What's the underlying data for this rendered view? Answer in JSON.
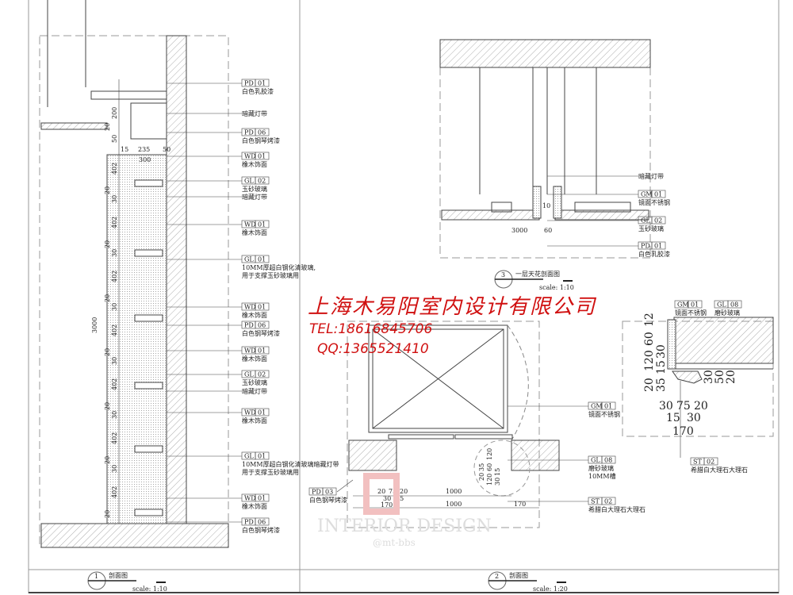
{
  "left_section": {
    "title_number": "1",
    "title": "剖面图",
    "scale": "scale: 1:10",
    "labels": [
      {
        "code": "PD",
        "num": "01",
        "text": "白色乳胶漆"
      },
      {
        "code": "",
        "num": "",
        "text": "暗藏灯带"
      },
      {
        "code": "PD",
        "num": "06",
        "text": "白色钢琴烤漆"
      },
      {
        "code": "WD",
        "num": "01",
        "text": "橡木饰面"
      },
      {
        "code": "GL",
        "num": "02",
        "text": "玉砂玻璃"
      },
      {
        "code": "",
        "num": "",
        "text": "暗藏灯带"
      },
      {
        "code": "WD",
        "num": "01",
        "text": "橡木饰面"
      },
      {
        "code": "GL",
        "num": "01",
        "text": "10MM厚超白钢化清玻璃,",
        "text2": "用于支撑玉砂玻璃用"
      },
      {
        "code": "WD",
        "num": "01",
        "text": "橡木饰面"
      },
      {
        "code": "PD",
        "num": "06",
        "text": "白色钢琴烤漆"
      },
      {
        "code": "WD",
        "num": "01",
        "text": "橡木饰面"
      },
      {
        "code": "GL",
        "num": "02",
        "text": "玉砂玻璃"
      },
      {
        "code": "",
        "num": "",
        "text": "暗藏灯带"
      },
      {
        "code": "WD",
        "num": "01",
        "text": "橡木饰面"
      },
      {
        "code": "GL",
        "num": "01",
        "text": "10MM厚超白钢化清玻璃暗藏灯带",
        "text2": "用于支撑玉砂玻璃用"
      },
      {
        "code": "WD",
        "num": "01",
        "text": "橡木饰面"
      },
      {
        "code": "PD",
        "num": "06",
        "text": "白色钢琴烤漆"
      }
    ],
    "dims_vertical": [
      "200",
      "20",
      "50",
      "402",
      "20",
      "30",
      "402",
      "20",
      "30",
      "402",
      "20",
      "30",
      "402",
      "20",
      "30",
      "402",
      "20",
      "30",
      "402",
      "20",
      "30",
      "402",
      "20"
    ],
    "dim_total": "3000",
    "dims_horizontal": [
      "15",
      "235",
      "50"
    ],
    "dim_width": "300"
  },
  "ceiling_section": {
    "title_number": "3",
    "title": "一层天花剖面图",
    "scale": "scale: 1:10",
    "labels": [
      {
        "code": "",
        "num": "",
        "text": "暗藏灯带"
      },
      {
        "code": "GM",
        "num": "01",
        "text": "镜面不锈钢"
      },
      {
        "code": "GL",
        "num": "02",
        "text": "玉砂玻璃"
      },
      {
        "code": "PD",
        "num": "01",
        "text": "白色乳胶漆"
      }
    ],
    "dims": [
      "3000",
      "60",
      "10"
    ]
  },
  "door_section": {
    "title_number": "2",
    "title": "剖面图",
    "scale": "scale: 1:20",
    "labels": [
      {
        "code": "GM",
        "num": "01",
        "text": "镜面不锈钢"
      },
      {
        "code": "GL",
        "num": "08",
        "text": "磨砂玻璃",
        "text2": "10MM槽"
      },
      {
        "code": "ST",
        "num": "02",
        "text": "希腊白大理石大理石"
      },
      {
        "code": "PD",
        "num": "03",
        "text": "白色钢琴烤漆"
      }
    ],
    "dims": [
      "20",
      "75",
      "20",
      "30",
      "15",
      "1000",
      "1000",
      "170",
      "170",
      "120",
      "60",
      "120",
      "35",
      "20",
      "15",
      "30"
    ]
  },
  "detail": {
    "labels": [
      {
        "code": "GM",
        "num": "01",
        "text": "镜面不锈钢"
      },
      {
        "code": "GL",
        "num": "08",
        "text": "磨砂玻璃"
      },
      {
        "code": "ST",
        "num": "02",
        "text": "希腊白大理石大理石"
      }
    ],
    "dims_vertical": [
      "12",
      "60",
      "120",
      "30",
      "15",
      "35",
      "20",
      "30",
      "50",
      "20"
    ],
    "dims_horizontal": [
      "30",
      "75",
      "20",
      "15",
      "30"
    ],
    "dim_total": "170"
  },
  "watermark": {
    "company": "上海木易阳室内设计有限公司",
    "tel": "TEL:18616845706",
    "qq": "QQ:1365521410",
    "brand": "INTERIOR DESIGN",
    "handle": "@mt-bbs"
  },
  "colors": {
    "line": "#222222",
    "watermark": "#d01010",
    "hatch": "#777777"
  }
}
